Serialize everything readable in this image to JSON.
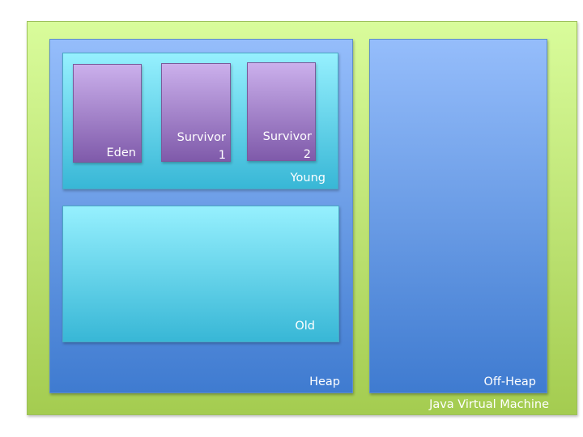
{
  "diagram": {
    "title": "Java Virtual Machine memory layout",
    "regions": {
      "jvm": {
        "label": "Java Virtual Machine",
        "color": "#b8dc70"
      },
      "heap": {
        "label": "Heap",
        "color": "#5a8ee0"
      },
      "off_heap": {
        "label": "Off-Heap",
        "color": "#5a8ee0"
      },
      "young": {
        "label": "Young",
        "color": "#5fd0ea"
      },
      "old": {
        "label": "Old",
        "color": "#5fd0ea"
      },
      "eden": {
        "label": "Eden",
        "color": "#a07cc8"
      },
      "survivor1": {
        "label_line1": "Survivor",
        "label_line2": "1",
        "color": "#a07cc8"
      },
      "survivor2": {
        "label_line1": "Survivor",
        "label_line2": "2",
        "color": "#a07cc8"
      }
    },
    "hierarchy": {
      "Java Virtual Machine": [
        "Heap",
        "Off-Heap"
      ],
      "Heap": [
        "Young",
        "Old"
      ],
      "Young": [
        "Eden",
        "Survivor 1",
        "Survivor 2"
      ]
    }
  }
}
